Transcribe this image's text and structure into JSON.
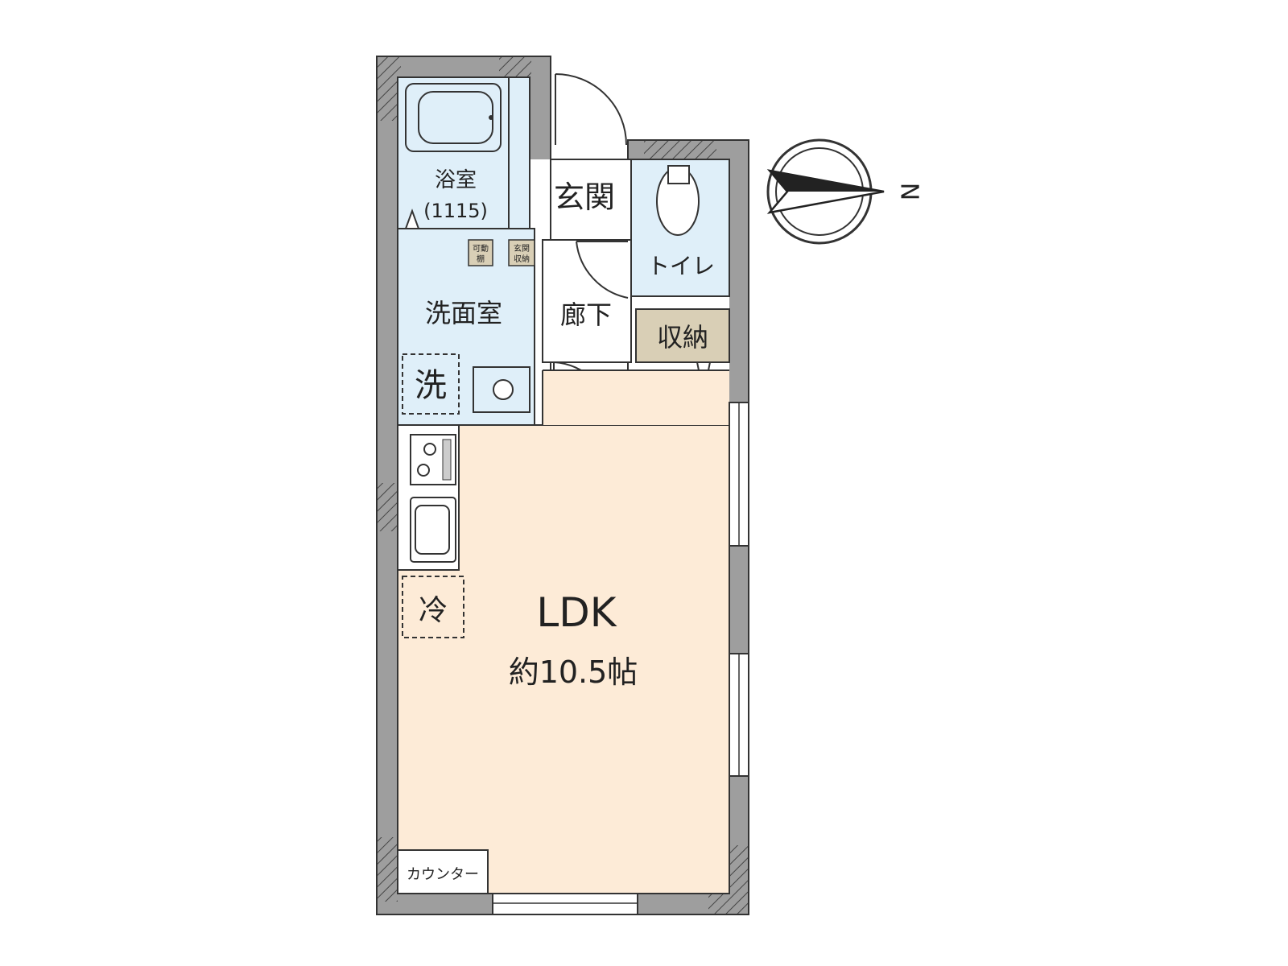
{
  "rooms": {
    "bath": "浴室",
    "bath_size": "(1115)",
    "entrance": "玄関",
    "toilet": "トイレ",
    "washroom": "洗面室",
    "washer": "洗",
    "hallway": "廊下",
    "storage": "収納",
    "movable_shelf_l1": "可動",
    "movable_shelf_l2": "棚",
    "entrance_storage_l1": "玄関",
    "entrance_storage_l2": "収納",
    "fridge": "冷",
    "ldk": "LDK",
    "ldk_size": "約10.5帖",
    "counter": "カウンター"
  },
  "compass": {
    "north_label": "N"
  },
  "colors": {
    "wall": "#9e9e9e",
    "wet_area": "#dfeff9",
    "living": "#fdebd7",
    "storage": "#d9cfb6",
    "line": "#333333"
  }
}
